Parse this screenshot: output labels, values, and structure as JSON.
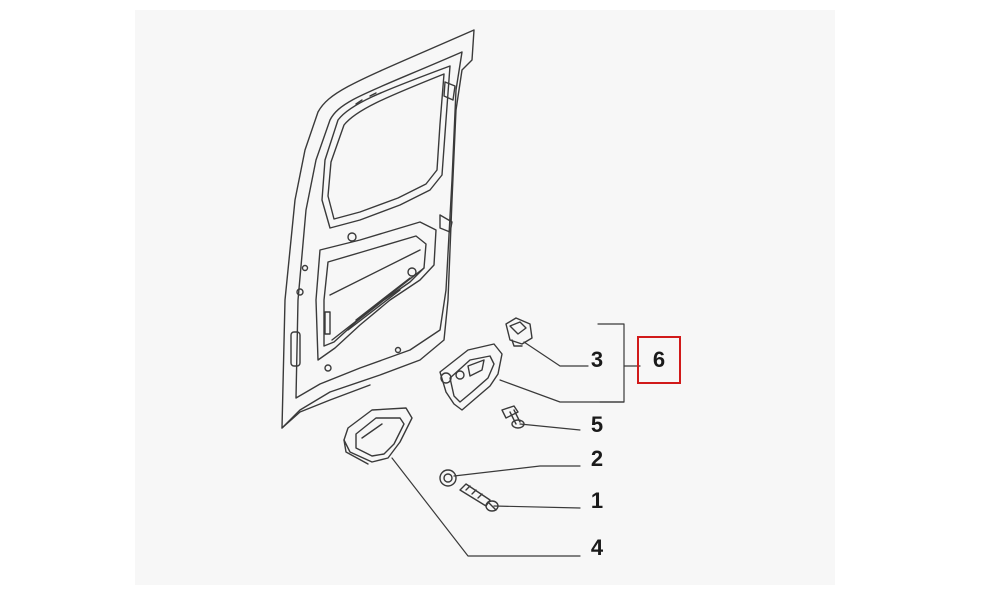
{
  "diagram": {
    "colors": {
      "line": "#3a3a3a",
      "highlight": "#d11a1a",
      "panel": "#f7f7f7"
    },
    "callouts": [
      {
        "id": "callout-3",
        "label": "3"
      },
      {
        "id": "callout-5",
        "label": "5"
      },
      {
        "id": "callout-2",
        "label": "2"
      },
      {
        "id": "callout-1",
        "label": "1"
      },
      {
        "id": "callout-4",
        "label": "4"
      }
    ],
    "group": {
      "label": "6"
    }
  }
}
